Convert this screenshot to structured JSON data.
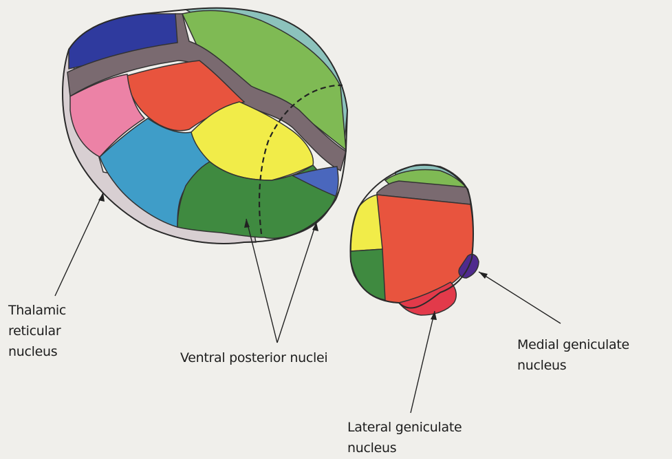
{
  "labels": {
    "thalamic_reticular": {
      "lines": [
        "Thalamic",
        "reticular",
        "nucleus"
      ]
    },
    "ventral_posterior": {
      "lines": [
        "Ventral posterior nuclei"
      ]
    },
    "medial_geniculate": {
      "lines": [
        "Medial geniculate",
        "nucleus"
      ]
    },
    "lateral_geniculate": {
      "lines": [
        "Lateral geniculate",
        "nucleus"
      ]
    }
  },
  "colors": {
    "background": "#f0efeb",
    "reticular": "#d8cfd2",
    "dark_blue": "#2f3a9e",
    "band_gray": "#7a6a70",
    "green_light": "#7fba54",
    "teal": "#8cc2bc",
    "red": "#e8543e",
    "pink": "#ec82a6",
    "yellow": "#f1ec49",
    "blue": "#3f9dc8",
    "green_dark": "#3f8a40",
    "blue_mid": "#4a67bd",
    "purple": "#4f2a8d",
    "red_lateral": "#e23a4a"
  }
}
